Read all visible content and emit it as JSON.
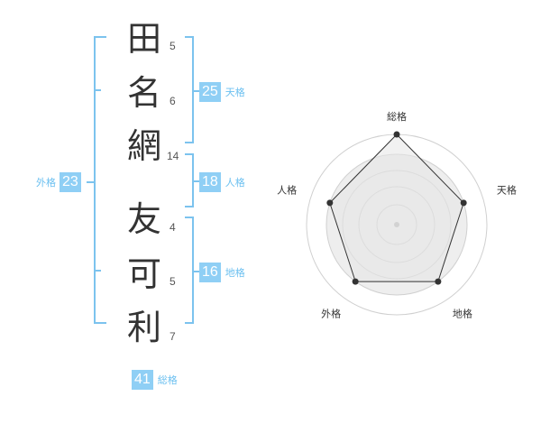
{
  "name": {
    "surname": [
      {
        "char": "田",
        "strokes": "5"
      },
      {
        "char": "名",
        "strokes": "6"
      },
      {
        "char": "網",
        "strokes": "14"
      }
    ],
    "given": [
      {
        "char": "友",
        "strokes": "4"
      },
      {
        "char": "可",
        "strokes": "5"
      },
      {
        "char": "利",
        "strokes": "7"
      }
    ]
  },
  "fortune": {
    "tenkaku": {
      "value": "25",
      "label": "天格"
    },
    "jinkaku": {
      "value": "18",
      "label": "人格"
    },
    "chikaku": {
      "value": "16",
      "label": "地格"
    },
    "gaikaku": {
      "value": "23",
      "label": "外格"
    },
    "soukaku": {
      "value": "41",
      "label": "総格"
    }
  },
  "radar": {
    "axes": [
      "総格",
      "天格",
      "地格",
      "外格",
      "人格"
    ],
    "levels": [
      1.0,
      0.78,
      0.6,
      0.42,
      0.22
    ],
    "values": [
      1.0,
      0.78,
      0.78,
      0.78,
      0.78
    ],
    "colors": {
      "fill": "#eeeeee",
      "stroke": "#333333",
      "grid": "#d0d0d0",
      "point": "#333333",
      "center": "#bbbbbb"
    }
  }
}
